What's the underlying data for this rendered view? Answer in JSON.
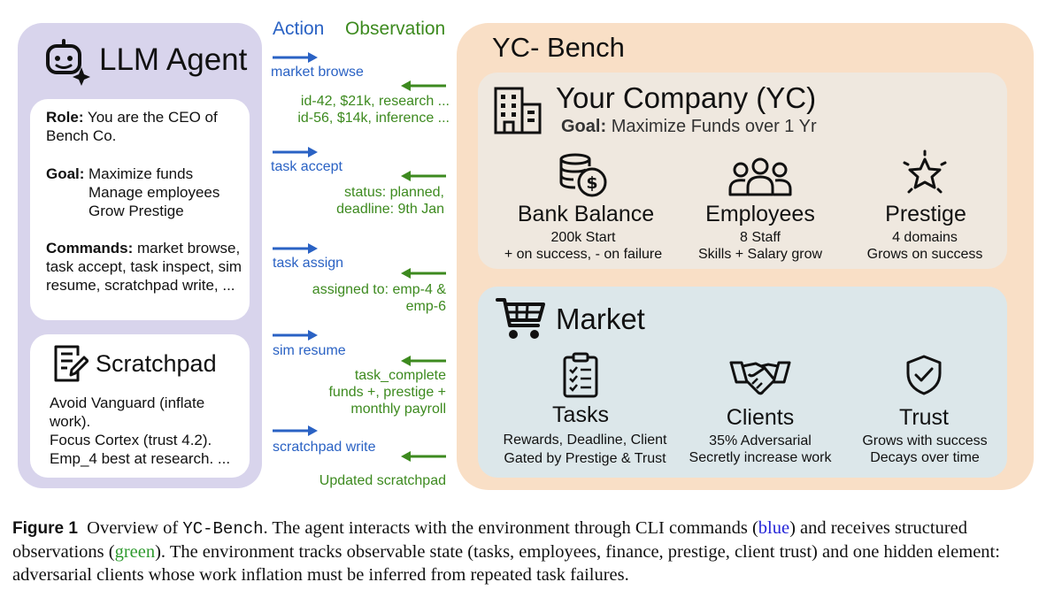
{
  "agent": {
    "title": "LLM Agent",
    "role_label": "Role:",
    "role_text": "You are the CEO of Bench Co.",
    "goal_label": "Goal:",
    "goal_items": [
      "Maximize funds",
      "Manage employees",
      "Grow Prestige"
    ],
    "commands_label": "Commands:",
    "commands_text": "market browse, task accept, task inspect, sim resume, scratchpad write, ...",
    "scratchpad": {
      "title": "Scratchpad",
      "lines": [
        "Avoid Vanguard (inflate work).",
        "Focus Cortex (trust 4.2).",
        "Emp_4 best at research. ..."
      ]
    }
  },
  "columns": {
    "action": "Action",
    "observation": "Observation"
  },
  "exchanges": [
    {
      "action": "market browse",
      "observation": [
        "id-42, $21k, research ...",
        "id-56, $14k,  inference ..."
      ]
    },
    {
      "action": "task accept",
      "observation": [
        "status: planned,",
        "deadline: 9th Jan"
      ]
    },
    {
      "action": "task assign",
      "observation": [
        "assigned to: emp-4 &",
        "emp-6"
      ]
    },
    {
      "action": "sim resume",
      "observation": [
        "task_complete",
        "funds +, prestige +",
        "monthly payroll"
      ]
    },
    {
      "action": "scratchpad write",
      "observation": [
        "Updated scratchpad"
      ]
    }
  ],
  "bench": {
    "title": "YC- Bench",
    "company": {
      "title": "Your Company (YC)",
      "goal_label": "Goal:",
      "goal_text": "Maximize Funds over 1 Yr",
      "stats": [
        {
          "icon": "coins-dollar-icon",
          "title": "Bank Balance",
          "lines": [
            "200k Start",
            "+ on success, - on failure"
          ]
        },
        {
          "icon": "people-group-icon",
          "title": "Employees",
          "lines": [
            "8 Staff",
            "Skills + Salary grow"
          ]
        },
        {
          "icon": "star-icon",
          "title": "Prestige",
          "lines": [
            "4 domains",
            "Grows on success"
          ]
        }
      ]
    },
    "market": {
      "title": "Market",
      "items": [
        {
          "icon": "clipboard-checklist-icon",
          "title": "Tasks",
          "lines": [
            "Rewards, Deadline, Client",
            "Gated by Prestige & Trust"
          ]
        },
        {
          "icon": "handshake-icon",
          "title": "Clients",
          "lines": [
            "35% Adversarial",
            "Secretly increase work"
          ]
        },
        {
          "icon": "shield-check-icon",
          "title": "Trust",
          "lines": [
            "Grows with success",
            "Decays over time"
          ]
        }
      ]
    }
  },
  "caption": {
    "label": "Figure 1",
    "p1": "Overview of",
    "code": "YC-Bench",
    "p2": ". The agent interacts with the environment through CLI commands (",
    "blue_word": "blue",
    "p3": ") and receives structured observations (",
    "green_word": "green",
    "p4": "). The environment tracks observable state (tasks, employees, finance, prestige, client trust) and one hidden element: adversarial clients whose work inflation must be inferred from repeated task failures."
  },
  "colors": {
    "action": "#2a62c4",
    "observation": "#3d8a1f",
    "agent_panel": "#d8d4ec",
    "bench_panel": "#f9dfc6"
  }
}
